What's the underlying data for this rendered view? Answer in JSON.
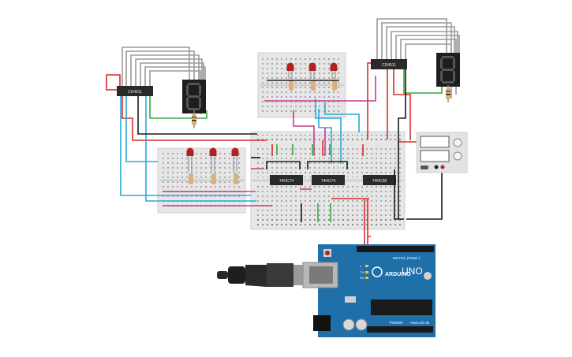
{
  "circuit": {
    "chips": {
      "decoder_left": "CD4511",
      "decoder_right": "CD4511",
      "logic_a": "74HC74",
      "logic_b": "74HC74",
      "logic_c": "74HC08"
    },
    "arduino": {
      "model": "UNO",
      "brand": "ARDUINO",
      "digital_header": "DIGITAL (PWM~)",
      "power_header": "POWER",
      "analog_header": "ANALOG IN",
      "led_tx": "TX",
      "led_rx": "RX",
      "led_l": "L"
    },
    "colors": {
      "breadboard": "#e4e4e4",
      "arduino_blue": "#1f6fa8",
      "wire_red": "#d92b2b",
      "wire_blue": "#2aa8d8",
      "wire_pink": "#c93a8f",
      "wire_gray": "#9a9a9a",
      "wire_green": "#3aa83a",
      "wire_black": "#1a1a1a"
    }
  }
}
